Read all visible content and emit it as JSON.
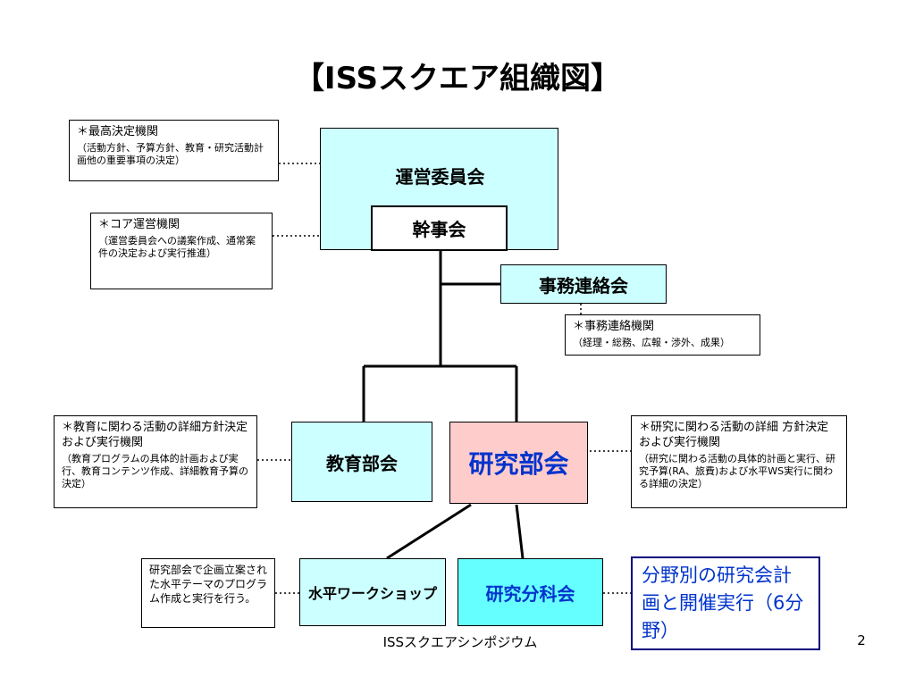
{
  "title": "【ISSスクエア組織図】",
  "nodes": {
    "unei": "運営委員会",
    "kanji": "幹事会",
    "jimu": "事務連絡会",
    "kyoiku": "教育部会",
    "kenkyu": "研究部会",
    "suihei": "水平ワークショップ",
    "bunka": "研究分科会"
  },
  "notes": {
    "n1_title": "＊最高決定機関",
    "n1_desc": "（活動方針、予算方針、教育・研究活動計画他の重要事項の決定）",
    "n2_title": "＊コア運営機関",
    "n2_desc": "（運営委員会への議案作成、通常案件の決定および実行推進）",
    "n3_title": "＊事務連絡機関",
    "n3_desc": "（経理・総務、広報・渉外、成果）",
    "n4_title": "＊教育に関わる活動の詳細方針決定および実行機関",
    "n4_desc": "（教育プログラムの具体的計画および実行、教育コンテンツ作成、詳細教育予算の決定）",
    "n5_title": "＊研究に関わる活動の詳細 方針決定および実行機関",
    "n5_desc": "（研究に関わる活動の具体的計画と実行、研究予算(RA、旅費)および水平WS実行に関わる詳細の決定）",
    "n6_desc": "研究部会で企画立案された水平テーマのプログラム作成と実行を行う。",
    "n7_desc": "分野別の研究会計画と開催実行（6分野）"
  },
  "footer": {
    "center": "ISSスクエアシンポジウム",
    "page": "2"
  },
  "colors": {
    "cyan_light": "#ccffff",
    "cyan": "#66ffff",
    "pink": "#ffcccc",
    "blue_text": "#0033cc",
    "navy_border": "#000080"
  }
}
